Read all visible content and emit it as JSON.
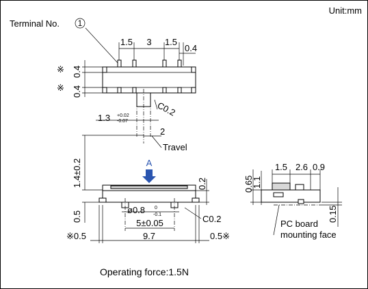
{
  "unit_label": "Unit:mm",
  "terminal_label": "Terminal No.",
  "terminal_number": "1",
  "top_view": {
    "dim_pitch_left": "1.5",
    "dim_pitch_center": "3",
    "dim_pitch_right": "1.5",
    "dim_terminal_width": "0.4",
    "note_mark_top": "※",
    "dim_height_top": "0.4",
    "note_mark_bottom": "※",
    "dim_height_bottom": "0.4",
    "chamfer": "C0.2",
    "knob_width": "1.3",
    "knob_tol_upper": "+0.02",
    "knob_tol_lower": "-0.07",
    "travel_dim": "2",
    "travel_label": "Travel"
  },
  "front_view": {
    "view_marker": "A",
    "knob_height": "1.4±0.2",
    "dim_0_2": "0.2",
    "dim_0_5": "0.5",
    "hole_dia": "ø0.8",
    "hole_tol_upper": "0",
    "hole_tol_lower": "-0.1",
    "hole_pitch": "5±0.05",
    "chamfer": "C0.2",
    "note_left": "※0.5",
    "overall_width": "9.7",
    "note_right": "0.5※"
  },
  "side_view": {
    "dim_1_5": "1.5",
    "dim_2_6": "2.6",
    "dim_0_9": "0.9",
    "dim_0_65": "0.65",
    "dim_1_1": "1.1",
    "dim_0_15": "0.15",
    "pcb_label_line1": "PC board",
    "pcb_label_line2": "mounting face"
  },
  "operating_force": "Operating force:1.5N"
}
